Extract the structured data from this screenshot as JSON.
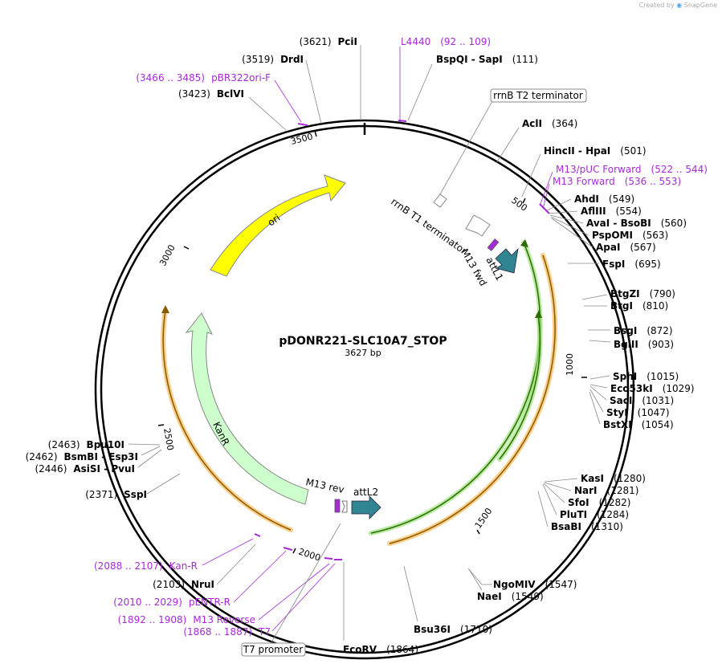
{
  "credit": {
    "prefix": "Created by",
    "brand": "SnapGene"
  },
  "plasmid": {
    "name": "pDONR221-SLC10A7_STOP",
    "length_label": "3627 bp",
    "length": 3627
  },
  "ruler": [
    {
      "bp": 500,
      "label": "500"
    },
    {
      "bp": 1000,
      "label": "1000"
    },
    {
      "bp": 1500,
      "label": "1500"
    },
    {
      "bp": 2000,
      "label": "2000"
    },
    {
      "bp": 2500,
      "label": "2500"
    },
    {
      "bp": 3000,
      "label": "3000"
    },
    {
      "bp": 3500,
      "label": "3500"
    }
  ],
  "sites": [
    {
      "name": "PciI",
      "pos": "(3621)",
      "side": "L"
    },
    {
      "name": "DrdI",
      "pos": "(3519)",
      "side": "L"
    },
    {
      "name": "BclVI",
      "pos": "(3423)",
      "side": "L"
    },
    {
      "name": "BspQI  -  SapI",
      "pos": "(111)",
      "side": "R"
    },
    {
      "name": "AclI",
      "pos": "(364)",
      "side": "R"
    },
    {
      "name": "HincII  -  HpaI",
      "pos": "(501)",
      "side": "R"
    },
    {
      "name": "AhdI",
      "pos": "(549)",
      "side": "R"
    },
    {
      "name": "AflIII",
      "pos": "(554)",
      "side": "R"
    },
    {
      "name": "AvaI  -  BsoBI",
      "pos": "(560)",
      "side": "R"
    },
    {
      "name": "PspOMI",
      "pos": "(563)",
      "side": "R"
    },
    {
      "name": "ApaI",
      "pos": "(567)",
      "side": "R"
    },
    {
      "name": "FspI",
      "pos": "(695)",
      "side": "R"
    },
    {
      "name": "BtgZI",
      "pos": "(790)",
      "side": "R"
    },
    {
      "name": "BtgI",
      "pos": "(810)",
      "side": "R"
    },
    {
      "name": "BsgI",
      "pos": "(872)",
      "side": "R"
    },
    {
      "name": "BglII",
      "pos": "(903)",
      "side": "R"
    },
    {
      "name": "SphI",
      "pos": "(1015)",
      "side": "R"
    },
    {
      "name": "Eco53kI",
      "pos": "(1029)",
      "side": "R"
    },
    {
      "name": "SacI",
      "pos": "(1031)",
      "side": "R"
    },
    {
      "name": "StyI",
      "pos": "(1047)",
      "side": "R"
    },
    {
      "name": "BstXI",
      "pos": "(1054)",
      "side": "R"
    },
    {
      "name": "KasI",
      "pos": "(1280)",
      "side": "R"
    },
    {
      "name": "NarI",
      "pos": "(1281)",
      "side": "R"
    },
    {
      "name": "SfoI",
      "pos": "(1282)",
      "side": "R"
    },
    {
      "name": "PluTI",
      "pos": "(1284)",
      "side": "R"
    },
    {
      "name": "BsaBI",
      "pos": "(1310)",
      "side": "R"
    },
    {
      "name": "NgoMIV",
      "pos": "(1547)",
      "side": "R"
    },
    {
      "name": "NaeI",
      "pos": "(1549)",
      "side": "R"
    },
    {
      "name": "Bsu36I",
      "pos": "(1710)",
      "side": "R"
    },
    {
      "name": "EcoRV",
      "pos": "(1864)",
      "side": "R"
    },
    {
      "name": "NruI",
      "pos": "(2103)",
      "side": "L"
    },
    {
      "name": "SspI",
      "pos": "(2371)",
      "side": "L"
    },
    {
      "name": "AsiSI  -  PvuI",
      "pos": "(2446)",
      "side": "L"
    },
    {
      "name": "BsmBI  -  Esp3I",
      "pos": "(2462)",
      "side": "L"
    },
    {
      "name": "Bpu10I",
      "pos": "(2463)",
      "side": "L"
    }
  ],
  "primers": [
    {
      "name": "L4440",
      "range": "(92 .. 109)",
      "side": "R"
    },
    {
      "name": "pBR322ori-F",
      "range": "(3466 .. 3485)",
      "side": "L"
    },
    {
      "name": "M13/pUC Forward",
      "range": "(522 .. 544)",
      "side": "R"
    },
    {
      "name": "M13 Forward",
      "range": "(536 .. 553)",
      "side": "R"
    },
    {
      "name": "Kan-R",
      "range": "(2088 .. 2107)",
      "side": "L"
    },
    {
      "name": "pENTR-R",
      "range": "(2010 .. 2029)",
      "side": "L"
    },
    {
      "name": "M13 Reverse",
      "range": "(1892 .. 1908)",
      "side": "L"
    },
    {
      "name": "T7",
      "range": "(1868 .. 1887)",
      "side": "L"
    }
  ],
  "boxed_features": [
    {
      "name": "rrnB T2 terminator"
    },
    {
      "name": "T7 promoter"
    }
  ],
  "features": [
    {
      "name": "ori",
      "color": "#ffff00"
    },
    {
      "name": "KanR",
      "color": "#ccffcc"
    },
    {
      "name": "rrnB T1 terminator",
      "color": "#ffffff"
    },
    {
      "name": "M13 fwd",
      "color": "#a62bd6"
    },
    {
      "name": "attL1",
      "color": "#2f8591"
    },
    {
      "name": "M13 rev",
      "color": "#a62bd6"
    },
    {
      "name": "attL2",
      "color": "#2f8591"
    }
  ],
  "colors": {
    "backbone": "#000000",
    "primer": "#a62bd6",
    "orange_track": "#f5a623",
    "green_track": "#2d9400"
  }
}
